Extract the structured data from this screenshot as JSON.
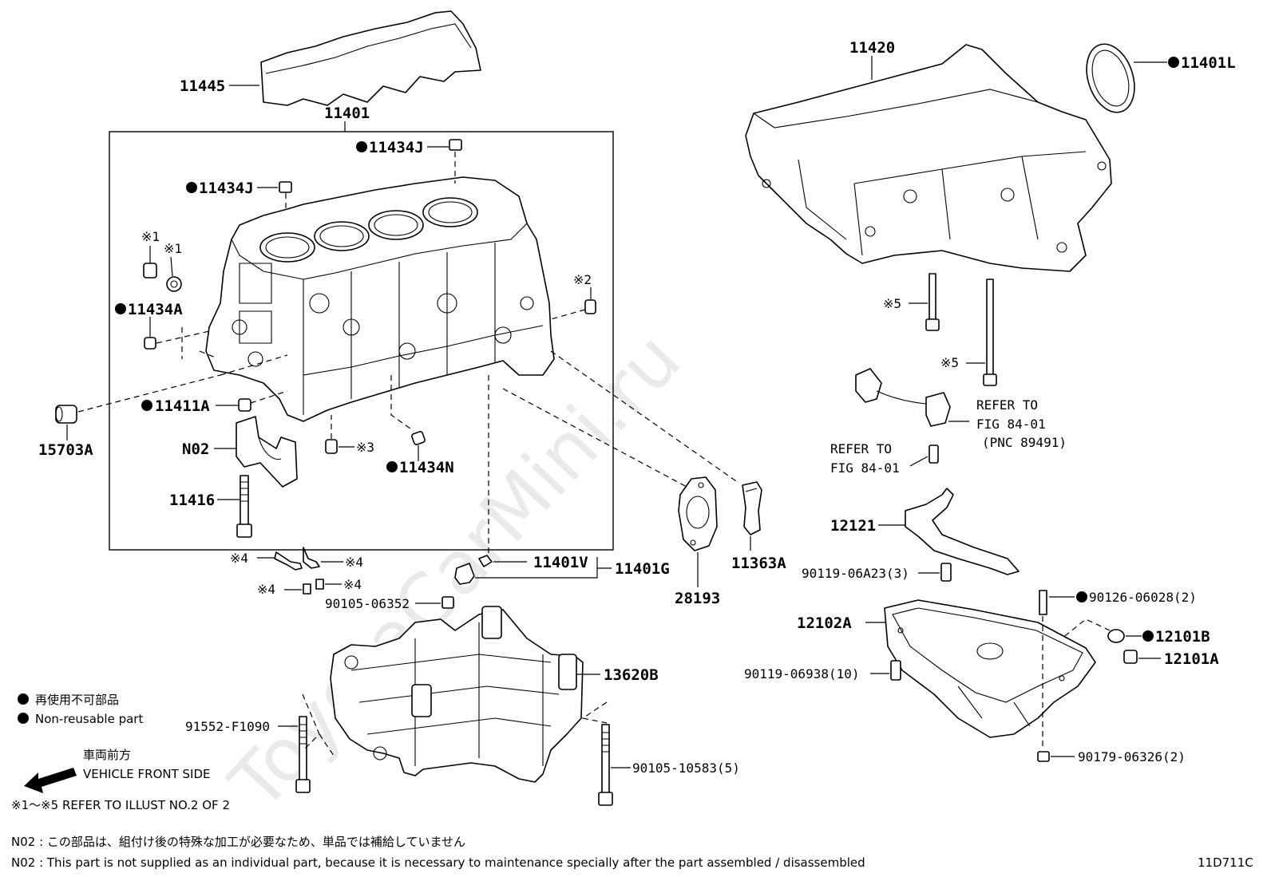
{
  "title_code": "11D711C",
  "watermark": "ToyotaCarMini.ru",
  "parts": {
    "p11445": "11445",
    "p11401": "11401",
    "p11434J_top": "11434J",
    "p11434J_left": "11434J",
    "mark1a": "※1",
    "mark1b": "※1",
    "p11434A": "11434A",
    "mark2": "※2",
    "p11411A": "11411A",
    "p15703A": "15703A",
    "pN02": "N02",
    "mark3": "※3",
    "p11434N": "11434N",
    "p11416": "11416",
    "p11420": "11420",
    "p11401L": "11401L",
    "mark5a": "※5",
    "mark5b": "※5",
    "p12121": "12121",
    "p90119_06A23": "90119-06A23(3)",
    "p12102A": "12102A",
    "p90126_06028": "90126-06028(2)",
    "p12101B": "12101B",
    "p12101A": "12101A",
    "p90119_06938": "90119-06938(10)",
    "p90179_06326": "90179-06326(2)",
    "mark4a": "※4",
    "mark4b": "※4",
    "mark4c": "※4",
    "mark4d": "※4",
    "p90105_06352": "90105-06352",
    "p11401V": "11401V",
    "p11401G": "11401G",
    "p28193": "28193",
    "p11363A": "11363A",
    "p13620B": "13620B",
    "p91552_F1090": "91552-F1090",
    "p90105_10583": "90105-10583(5)"
  },
  "refs": {
    "refer1_line1": "REFER TO",
    "refer1_line2": "FIG 84-01",
    "refer1_line3": "(PNC 89491)",
    "refer2_line1": "REFER TO",
    "refer2_line2": "FIG 84-01"
  },
  "legend": {
    "non_reusable_jp": "再使用不可部品",
    "non_reusable_en": "Non-reusable part",
    "front_jp": "車両前方",
    "front_en": "VEHICLE FRONT SIDE",
    "refer_illust": "※1～※5  REFER TO ILLUST NO.2 OF 2"
  },
  "footnotes": {
    "n02_jp": "N02 : この部品は、組付け後の特殊な加工が必要なため、単品では補給していません",
    "n02_en": "N02 : This part is not supplied as an individual part, because it is necessary to maintenance specially after the part assembled / disassembled"
  }
}
